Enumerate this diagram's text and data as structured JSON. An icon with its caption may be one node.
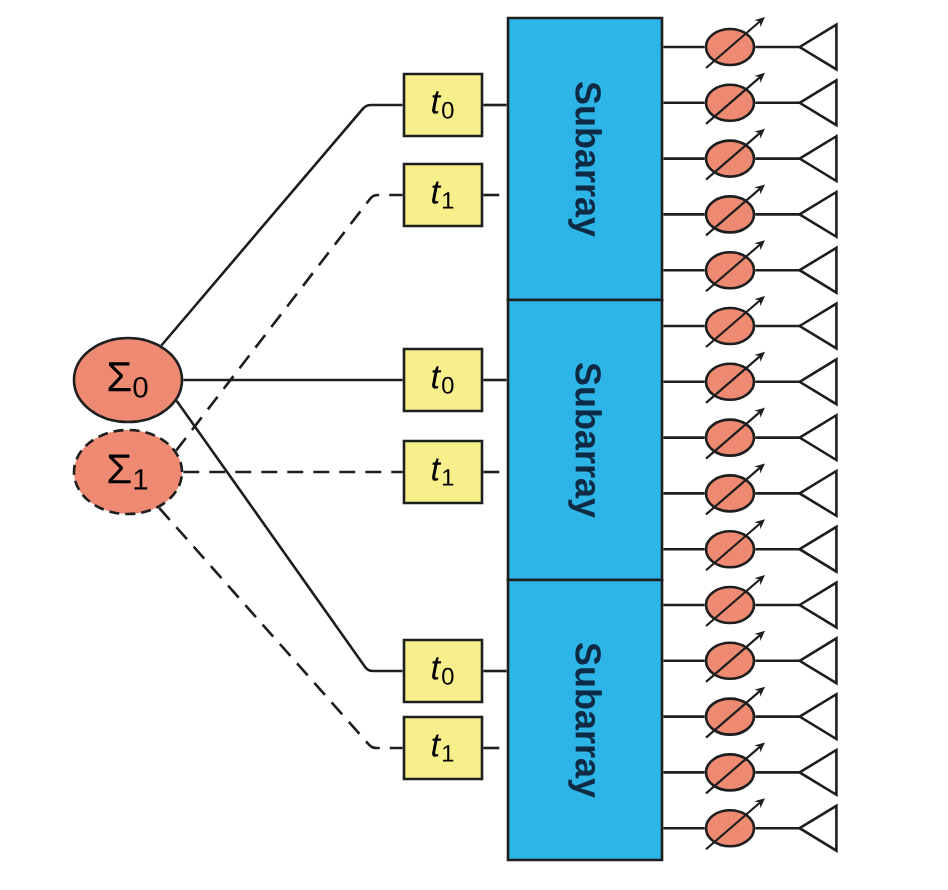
{
  "diagram": {
    "nodes": [
      {
        "text": [
          "Σ$_{0}$"
        ]
      },
      {
        "text": [
          "Σ$_{1}$"
        ]
      },
      {
        "text": [
          "*t*$_{0}$"
        ]
      },
      {
        "text": [
          "*t*$_{1}$"
        ]
      },
      {
        "text": [
          "*t*$_{0}$"
        ]
      },
      {
        "text": [
          "*t*$_{1}$"
        ]
      },
      {
        "text": [
          "*t*$_{0}$"
        ]
      },
      {
        "text": [
          "*t*$_{1}$"
        ]
      },
      {
        "text": [
          "Subarray"
        ]
      },
      {
        "text": [
          "Subarray"
        ]
      },
      {
        "text": [
          "Subarray"
        ]
      },
      {
        "text": [],
        "shape": "circle"
      },
      {
        "text": [],
        "shape": "circle"
      },
      {
        "text": [],
        "shape": "circle"
      },
      {
        "text": [],
        "shape": "circle"
      },
      {
        "text": [],
        "shape": "circle"
      },
      {
        "text": [],
        "shape": "circle"
      },
      {
        "text": [],
        "shape": "circle"
      },
      {
        "text": [],
        "shape": "circle"
      },
      {
        "text": [],
        "shape": "circle"
      },
      {
        "text": [],
        "shape": "circle"
      },
      {
        "text": [],
        "shape": "circle"
      },
      {
        "text": [],
        "shape": "circle"
      },
      {
        "text": [],
        "shape": "circle"
      },
      {
        "text": [],
        "shape": "circle"
      },
      {
        "text": [],
        "shape": "circle"
      },
      {
        "text": [],
        "shape": "triangle"
      },
      {
        "text": [],
        "shape": "triangle"
      },
      {
        "text": [],
        "shape": "triangle"
      },
      {
        "text": [],
        "shape": "triangle"
      },
      {
        "text": [],
        "shape": "triangle"
      },
      {
        "text": [],
        "shape": "triangle"
      },
      {
        "text": [],
        "shape": "triangle"
      },
      {
        "text": [],
        "shape": "triangle"
      },
      {
        "text": [],
        "shape": "triangle"
      },
      {
        "text": [],
        "shape": "triangle"
      },
      {
        "text": [],
        "shape": "triangle"
      },
      {
        "text": [],
        "shape": "triangle"
      },
      {
        "text": [],
        "shape": "triangle"
      },
      {
        "text": [],
        "shape": "triangle"
      },
      {
        "text": [],
        "shape": "triangle"
      }
    ],
    "edges": [
      {
        "from": 0,
        "to": 2,
        "arrow": "none"
      },
      {
        "from": 1,
        "to": 3,
        "arrow": "none",
        "style": "dashed"
      },
      {
        "from": 0,
        "to": 4,
        "arrow": "none"
      },
      {
        "from": 1,
        "to": 5,
        "arrow": "none",
        "style": "dashed"
      },
      {
        "from": 0,
        "to": 6,
        "arrow": "none"
      },
      {
        "from": 1,
        "to": 7,
        "arrow": "none",
        "style": "dashed"
      },
      {
        "from": 2,
        "to": 8,
        "arrow": "none"
      },
      {
        "from": 3,
        "to": 8,
        "arrow": "none",
        "style": "dashed"
      },
      {
        "from": 4,
        "to": 9,
        "arrow": "none"
      },
      {
        "from": 5,
        "to": 9,
        "arrow": "none",
        "style": "dashed"
      },
      {
        "from": 6,
        "to": 10,
        "arrow": "none"
      },
      {
        "from": 7,
        "to": 10,
        "arrow": "none",
        "style": "dashed"
      },
      {
        "from": 8,
        "to": 11,
        "arrow": "none"
      },
      {
        "from": 8,
        "to": 12,
        "arrow": "none"
      },
      {
        "from": 8,
        "to": 13,
        "arrow": "none"
      },
      {
        "from": 8,
        "to": 14,
        "arrow": "none"
      },
      {
        "from": 8,
        "to": 15,
        "arrow": "none"
      },
      {
        "from": 9,
        "to": 16,
        "arrow": "none"
      },
      {
        "from": 9,
        "to": 17,
        "arrow": "none"
      },
      {
        "from": 9,
        "to": 18,
        "arrow": "none"
      },
      {
        "from": 9,
        "to": 19,
        "arrow": "none"
      },
      {
        "from": 9,
        "to": 20,
        "arrow": "none"
      },
      {
        "from": 10,
        "to": 21,
        "arrow": "none"
      },
      {
        "from": 10,
        "to": 22,
        "arrow": "none"
      },
      {
        "from": 10,
        "to": 23,
        "arrow": "none"
      },
      {
        "from": 10,
        "to": 24,
        "arrow": "none"
      },
      {
        "from": 10,
        "to": 25,
        "arrow": "none"
      },
      {
        "from": 11,
        "to": 26,
        "arrow": "none"
      },
      {
        "from": 12,
        "to": 27,
        "arrow": "none"
      },
      {
        "from": 13,
        "to": 28,
        "arrow": "none"
      },
      {
        "from": 14,
        "to": 29,
        "arrow": "none"
      },
      {
        "from": 15,
        "to": 30,
        "arrow": "none"
      },
      {
        "from": 16,
        "to": 31,
        "arrow": "none"
      },
      {
        "from": 17,
        "to": 32,
        "arrow": "none"
      },
      {
        "from": 18,
        "to": 33,
        "arrow": "none"
      },
      {
        "from": 19,
        "to": 34,
        "arrow": "none"
      },
      {
        "from": 20,
        "to": 35,
        "arrow": "none"
      },
      {
        "from": 21,
        "to": 36,
        "arrow": "none"
      },
      {
        "from": 22,
        "to": 37,
        "arrow": "none"
      },
      {
        "from": 23,
        "to": 38,
        "arrow": "none"
      },
      {
        "from": 24,
        "to": 39,
        "arrow": "none"
      },
      {
        "from": 25,
        "to": 40,
        "arrow": "none"
      }
    ]
  }
}
